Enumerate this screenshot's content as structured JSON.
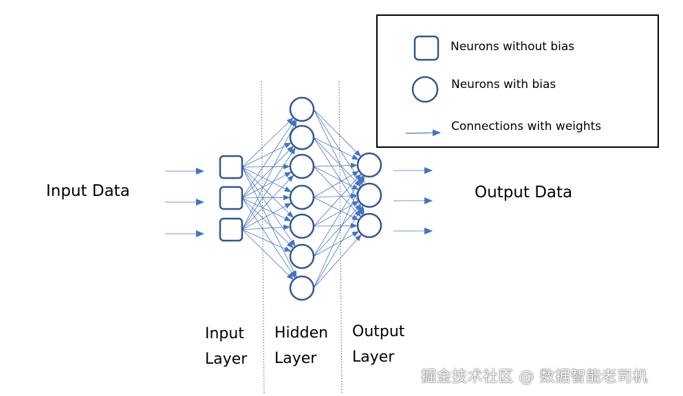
{
  "labels": {
    "input_data": "Input Data",
    "output_data": "Output Data",
    "input_layer_line1": "Input",
    "input_layer_line2": "Layer",
    "hidden_layer_line1": "Hidden",
    "hidden_layer_line2": "Layer",
    "output_layer_line1": "Output",
    "output_layer_line2": "Layer"
  },
  "legend": {
    "square": "Neurons without bias",
    "circle": "Neurons with bias",
    "arrow": "Connections with  weights"
  },
  "watermark": "掘金技术社区 @ 数据智能老司机",
  "network": {
    "input_neurons": 3,
    "hidden_neurons": 7,
    "output_neurons": 3,
    "input_neuron_shape": "square",
    "hidden_neuron_shape": "circle",
    "output_neuron_shape": "circle"
  },
  "colors": {
    "connection": "#4472C4",
    "neuron_border": "#2F5597",
    "legend_border": "#000000"
  }
}
